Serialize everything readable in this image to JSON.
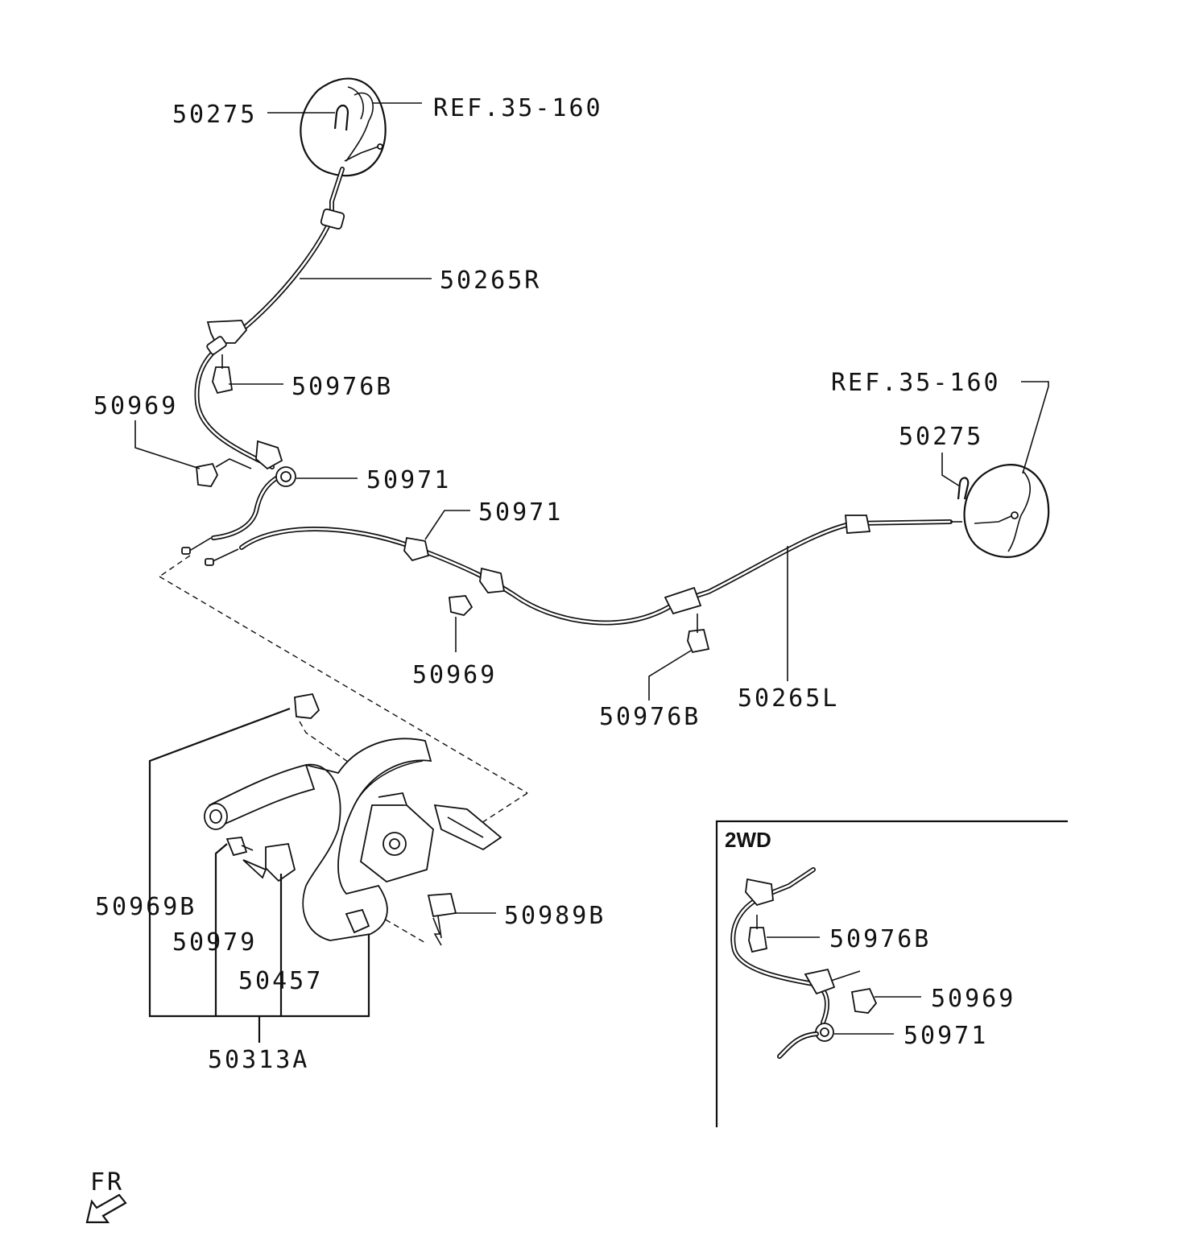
{
  "labels": {
    "clip_top": "50275",
    "ref_top": "REF.35-160",
    "cable_r": "50265R",
    "bolt_left": "50976B",
    "grommet_left": "50969",
    "retainer_left": "50971",
    "retainer_mid": "50971",
    "grommet_mid": "50969",
    "bolt_mid": "50976B",
    "cable_l": "50265L",
    "ref_right": "REF.35-160",
    "clip_right": "50275",
    "cap": "50969B",
    "screw": "50979",
    "switch": "50457",
    "lever_assy": "50313A",
    "bolt_lever": "50989B",
    "fr": "FR"
  },
  "inset": {
    "title": "2WD",
    "bolt": "50976B",
    "grommet": "50969",
    "retainer": "50971"
  }
}
